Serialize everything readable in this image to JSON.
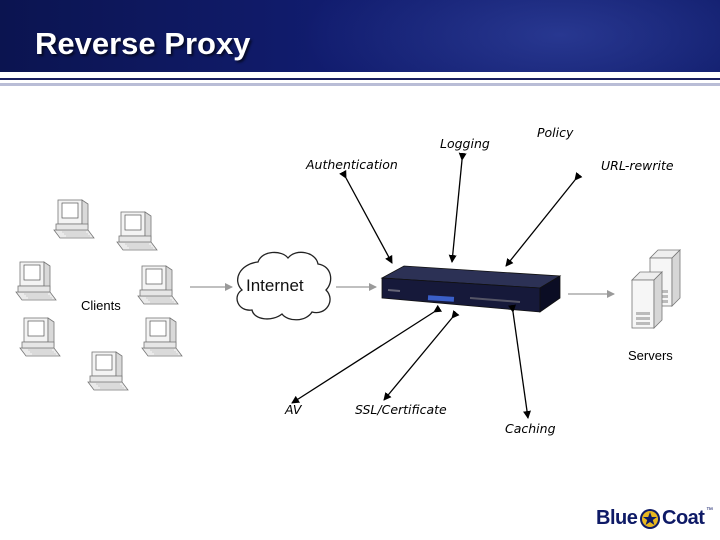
{
  "slide": {
    "title": "Reverse Proxy"
  },
  "diagram": {
    "cloud_label": "Internet",
    "clients_label": "Clients",
    "servers_label": "Servers",
    "features": {
      "logging": "Logging",
      "policy": "Policy",
      "authentication": "Authentication",
      "url_rewrite": "URL-rewrite",
      "av": "AV",
      "ssl": "SSL/Certificate",
      "caching": "Caching"
    }
  },
  "logo": {
    "word1": "Blue",
    "word2": "Coat",
    "mark": "™"
  },
  "colors": {
    "title_bar": "#111c6e",
    "logo_text": "#0e1a66",
    "logo_badge": "#e8b820"
  }
}
